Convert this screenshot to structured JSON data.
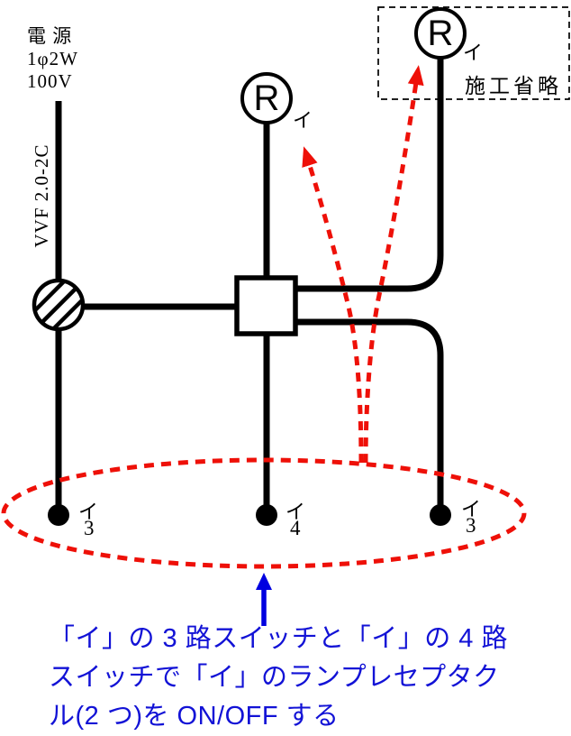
{
  "diagram": {
    "power": {
      "title": "電 源",
      "spec": "1φ2W",
      "voltage": "100V"
    },
    "cable_label": "VVF 2.0-2C",
    "omission_label": "施工省略",
    "lamp_middle": {
      "symbol": "R",
      "branch": "イ"
    },
    "lamp_omitted": {
      "symbol": "R",
      "branch": "イ"
    },
    "switches": [
      {
        "branch": "イ",
        "ways": "3"
      },
      {
        "branch": "イ",
        "ways": "4"
      },
      {
        "branch": "イ",
        "ways": "3"
      }
    ]
  },
  "annotation": {
    "line1": "「イ」の 3 路スイッチと「イ」の 4 路",
    "line2": "スイッチで「イ」のランプレセプタク",
    "line3": "ル(2 つ)を ON/OFF する"
  },
  "colors": {
    "wire": "#000000",
    "highlight_red": "#ee1008",
    "note_blue": "#1212d6",
    "arrow_blue": "#0000e0"
  }
}
